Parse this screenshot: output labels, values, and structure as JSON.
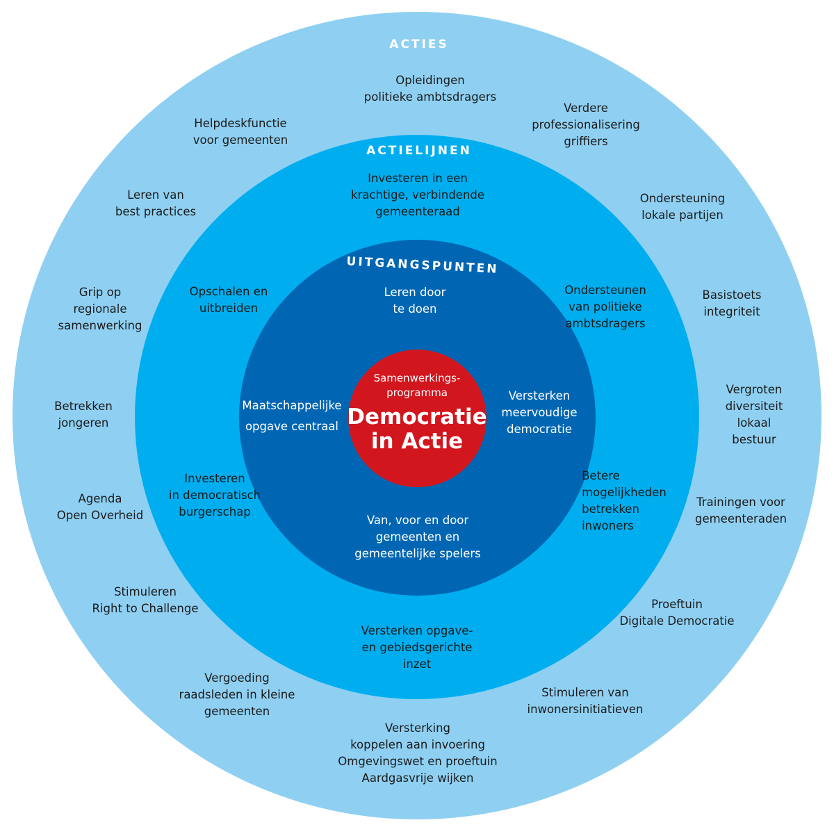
{
  "colors": {
    "acties": "#8fd0f2",
    "actielijnen": "#00aeef",
    "uitgangspunten": "#0066b3",
    "core": "#d2161e"
  },
  "acties": {
    "title": "ACTIES",
    "items": [
      "Opleidingen\npolitieke ambtsdragers",
      "Verdere\nprofessionalisering\ngriffiers",
      "Ondersteuning\nlokale partijen",
      "Basistoets\nintegriteit",
      "Vergroten\ndiversiteit\nlokaal bestuur",
      "Trainingen voor\ngemeenteraden",
      "Proeftuin\nDigitale Democratie",
      "Stimuleren van\ninwonersinitiatieven",
      "Versterking\nkoppelen aan invoering\nOmgevingswet en proeftuin\nAardgasvrije wijken",
      "Vergoeding\nraadsleden in kleine\ngemeenten",
      "Stimuleren\nRight to Challenge",
      "Agenda\nOpen Overheid",
      "Betrekken\njongeren",
      "Grip op\nregionale\nsamenwerking",
      "Leren van\nbest practices",
      "Helpdeskfunctie\nvoor gemeenten"
    ]
  },
  "actielijnen": {
    "title": "ACTIELIJNEN",
    "items": [
      "Investeren in een\nkrachtige, verbindende\ngemeenteraad",
      "Ondersteunen\nvan politieke\nambtsdragers",
      "Betere\nmogelijkheden\nbetrekken\ninwoners",
      "Versterken  opgave-\nen gebiedsgerichte\ninzet",
      "Investeren\nin democratisch\nburgerschap",
      "Opschalen en\nuitbreiden"
    ]
  },
  "uitgangspunten": {
    "title": "UITGANGSPUNTEN",
    "items": [
      "Leren door\nte doen",
      "Versterken\nmeervoudige\ndemocratie",
      "Van, voor en door\ngemeenten en\ngemeentelijke spelers",
      "Maatschappelijke\nopgave centraal"
    ]
  },
  "core": {
    "subtitle": "Samenwerkings-\nprogramma",
    "title": "Democratie\nin Actie"
  }
}
